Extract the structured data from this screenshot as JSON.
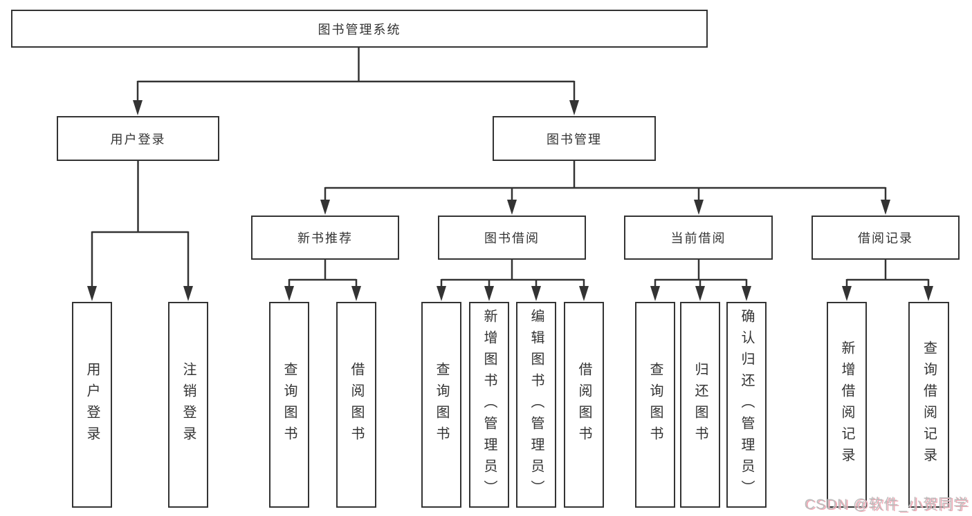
{
  "tree": {
    "root": {
      "label": "图书管理系统"
    },
    "branches": [
      {
        "label": "用户登录",
        "children": [
          {
            "label": "用户登录"
          },
          {
            "label": "注销登录"
          }
        ]
      },
      {
        "label": "图书管理",
        "children": [
          {
            "label": "新书推荐",
            "children": [
              {
                "label": "查询图书"
              },
              {
                "label": "借阅图书"
              }
            ]
          },
          {
            "label": "图书借阅",
            "children": [
              {
                "label": "查询图书"
              },
              {
                "label": "新增图书（管理员）"
              },
              {
                "label": "编辑图书（管理员）"
              },
              {
                "label": "借阅图书"
              }
            ]
          },
          {
            "label": "当前借阅",
            "children": [
              {
                "label": "查询图书"
              },
              {
                "label": "归还图书"
              },
              {
                "label": "确认归还（管理员）"
              }
            ]
          },
          {
            "label": "借阅记录",
            "children": [
              {
                "label": "新增借阅记录"
              },
              {
                "label": "查询借阅记录"
              }
            ]
          }
        ]
      }
    ]
  },
  "watermark": "CSDN @软件_小贺同学",
  "colors": {
    "line": "#333333",
    "text": "#333333",
    "background": "#ffffff",
    "watermark_text": "#bcbcbc",
    "watermark_shadow": "#f0aab6"
  }
}
